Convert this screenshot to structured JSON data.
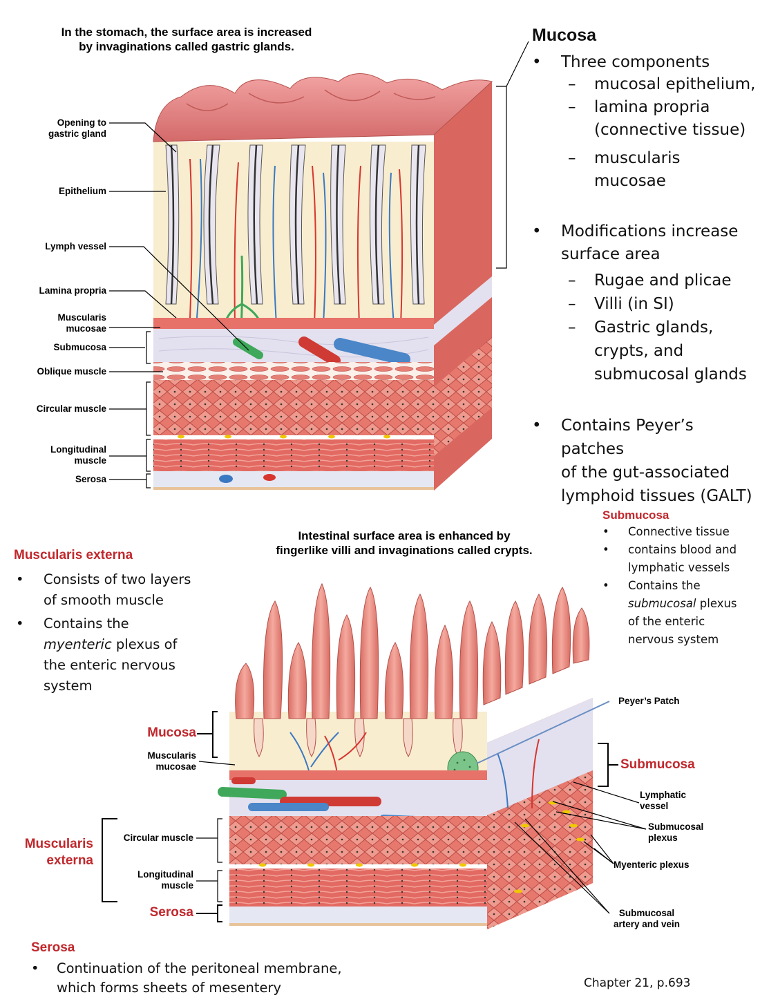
{
  "top_title": [
    "In the stomach, the surface area is increased",
    "by invaginations called gastric glands."
  ],
  "stomach_labels": {
    "opening": [
      "Opening to",
      "gastric gland"
    ],
    "epithelium": "Epithelium",
    "lymph_vessel": "Lymph vessel",
    "lamina_propria": "Lamina propria",
    "muscularis_mucosae": [
      "Muscularis",
      "mucosae"
    ],
    "submucosa": "Submucosa",
    "oblique": "Oblique muscle",
    "circular": "Circular muscle",
    "longitudinal": [
      "Longitudinal",
      "muscle"
    ],
    "serosa": "Serosa"
  },
  "mucosa_panel": {
    "heading": "Mucosa",
    "b1": "Three components",
    "b1_items": [
      "mucosal epithelium,",
      "lamina propria",
      "(connective tissue)",
      "muscularis mucosae"
    ],
    "b2": [
      "Modifications increase",
      "surface area"
    ],
    "b2_items": [
      "Rugae and plicae",
      "Villi (in SI)",
      "Gastric glands,",
      "crypts, and",
      "submucosal glands"
    ],
    "b3": [
      "Contains Peyer’s patches",
      "of the gut-associated",
      "lymphoid tissues (GALT)"
    ]
  },
  "submucosa_panel": {
    "heading": "Submucosa",
    "items": [
      "Connective tissue",
      "contains blood and",
      "lymphatic vessels",
      "Contains the",
      "submucosal",
      "plexus",
      "of the enteric",
      "nervous system"
    ]
  },
  "mid_title": [
    "Intestinal surface area is enhanced by",
    "fingerlike villi and invaginations called crypts."
  ],
  "muscularis_panel": {
    "heading": "Muscularis externa",
    "items": [
      "Consists of two layers",
      "of smooth muscle",
      "Contains the",
      "myenteric",
      "plexus of",
      "the enteric nervous",
      "system"
    ]
  },
  "intestine_labels": {
    "mucosa": "Mucosa",
    "muscularis_mucosae": [
      "Muscularis",
      "mucosae"
    ],
    "muscularis_externa": [
      "Muscularis",
      "externa"
    ],
    "circular": "Circular muscle",
    "longitudinal": [
      "Longitudinal",
      "muscle"
    ],
    "serosa": "Serosa",
    "peyers": "Peyer’s Patch",
    "submucosa": "Submucosa",
    "lymphatic": [
      "Lymphatic",
      "vessel"
    ],
    "submucosal_plexus": [
      "Submucosal",
      "plexus"
    ],
    "myenteric": "Myenteric plexus",
    "artery_vein": [
      "Submucosal",
      "artery and vein"
    ]
  },
  "serosa_panel": {
    "heading": "Serosa",
    "items": [
      "Continuation of the peritoneal membrane,",
      "which forms sheets of mesentery"
    ]
  },
  "footer": "Chapter 21, p.693",
  "colors": {
    "accent_red": "#c0282d",
    "mucosa_pink": "#e07a7a",
    "muscle_red": "#d9534f",
    "lamina": "#f7ecd0",
    "submucosa": "#dcdcec",
    "vein_blue": "#4a86c8",
    "lymph_green": "#3fa85a"
  }
}
